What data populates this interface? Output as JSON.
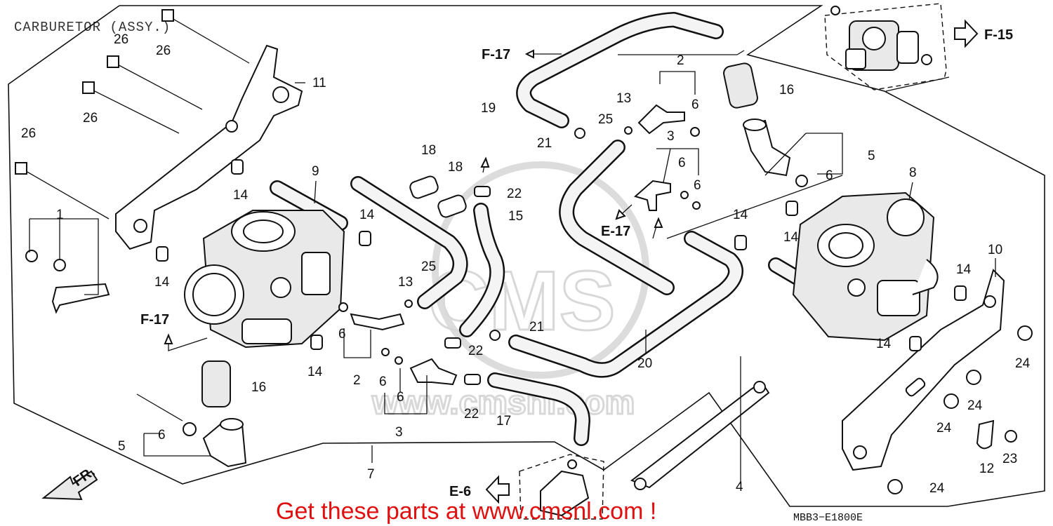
{
  "title": "CARBURETOR (ASSY.)",
  "diagram_code": "MBB3−E1800E",
  "promo_text": "Get these parts at www.cmsnl.com !",
  "watermark": {
    "logo": "CMS",
    "url": "www.cmsnl.com"
  },
  "refs": {
    "f17_top": "F-17",
    "f17_left": "F-17",
    "e17": "E-17",
    "f15": "F-15",
    "e6": "E-6",
    "fr": "FR."
  },
  "callouts": {
    "c1": "1",
    "c2a": "2",
    "c2b": "2",
    "c3a": "3",
    "c3b": "3",
    "c4": "4",
    "c5a": "5",
    "c5b": "5",
    "c6a": "6",
    "c6b": "6",
    "c6c": "6",
    "c6d": "6",
    "c6e": "6",
    "c6f": "6",
    "c6g": "6",
    "c6h": "6",
    "c7": "7",
    "c8": "8",
    "c9": "9",
    "c10": "10",
    "c11": "11",
    "c12": "12",
    "c13a": "13",
    "c13b": "13",
    "c14a": "14",
    "c14b": "14",
    "c14c": "14",
    "c14d": "14",
    "c14e": "14",
    "c14f": "14",
    "c14g": "14",
    "c15": "15",
    "c16a": "16",
    "c16b": "16",
    "c17": "17",
    "c18a": "18",
    "c18b": "18",
    "c19": "19",
    "c20": "20",
    "c21a": "21",
    "c21b": "21",
    "c22a": "22",
    "c22b": "22",
    "c22c": "22",
    "c23": "23",
    "c24a": "24",
    "c24b": "24",
    "c24c": "24",
    "c24d": "24",
    "c25a": "25",
    "c25b": "25",
    "c26a": "26",
    "c26b": "26",
    "c26c": "26",
    "c26d": "26"
  },
  "colors": {
    "line": "#111111",
    "promo": "#e01010",
    "watermark": "#d8d8d8"
  }
}
